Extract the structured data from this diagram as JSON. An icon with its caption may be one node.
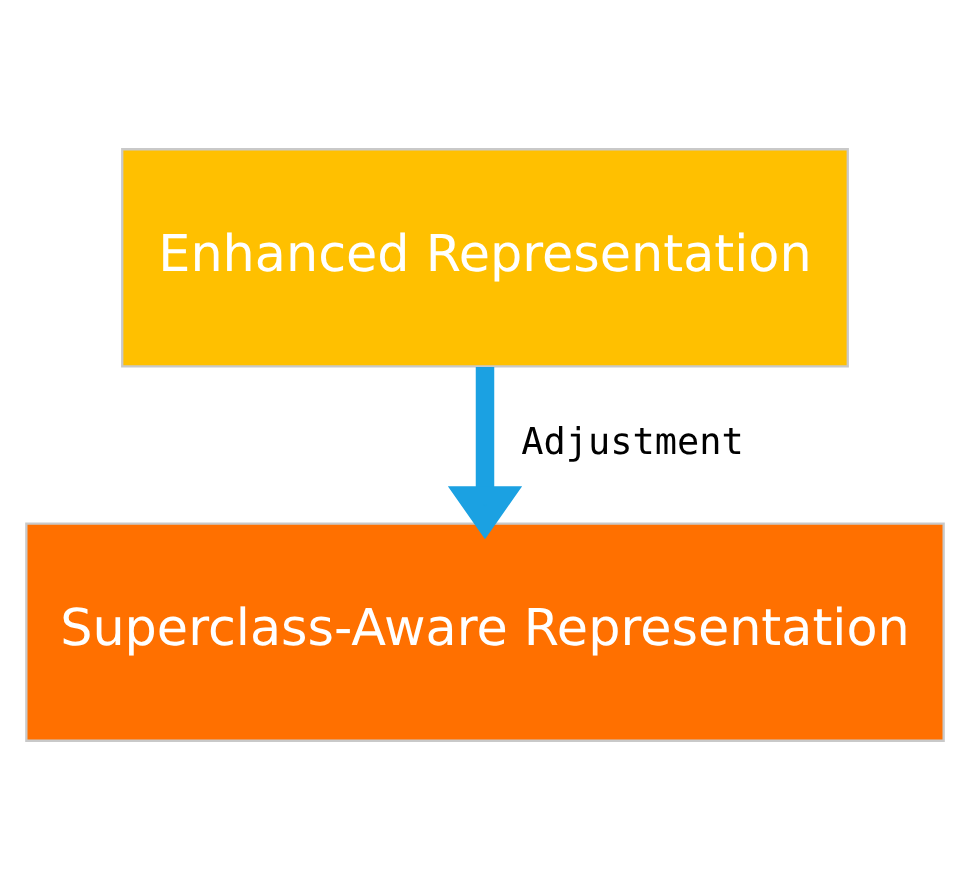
{
  "diagram": {
    "nodes": [
      {
        "text": [
          "Enhanced Representation"
        ]
      },
      {
        "text": [
          "Superclass-Aware Representation"
        ]
      }
    ],
    "edges": [
      {
        "from": 0,
        "to": 1,
        "arrow": "to",
        "label": "Adjustment",
        "color": "#1ba1e2"
      }
    ]
  }
}
